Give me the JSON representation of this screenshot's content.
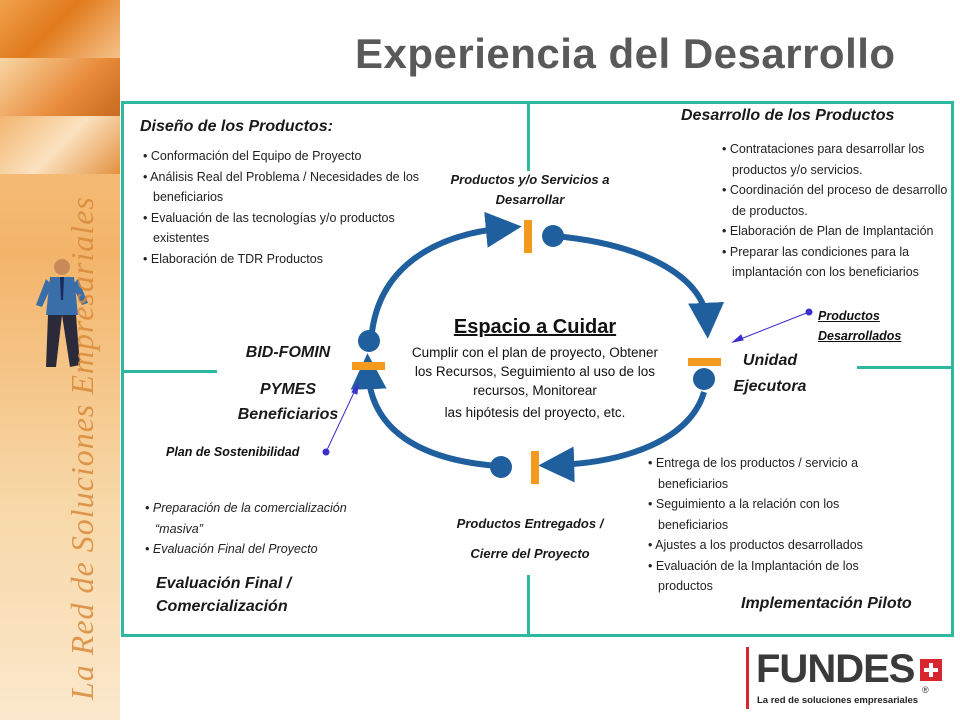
{
  "title": "Experiencia del Desarrollo",
  "sidebar": {
    "vertical_text": "La Red de Soluciones Empresariales"
  },
  "quadrants": {
    "top_left": {
      "heading": "Diseño de los Productos:",
      "items": [
        "Conformación del Equipo de Proyecto",
        "Análisis Real del Problema / Necesidades de los beneficiarios",
        " Evaluación de las tecnologías y/o productos existentes",
        "Elaboración de TDR Productos"
      ]
    },
    "top_right": {
      "heading": "Desarrollo de los Productos",
      "items": [
        "Contrataciones para desarrollar los productos y/o servicios.",
        "Coordinación del proceso de desarrollo de productos.",
        "Elaboración de Plan de Implantación",
        "Preparar las condiciones para la implantación con los beneficiarios"
      ]
    },
    "bottom_left": {
      "heading": "Evaluación Final / Comercialización",
      "items": [
        "Preparación de la comercialización “masiva”",
        "Evaluación Final del Proyecto"
      ]
    },
    "bottom_right": {
      "heading": "Implementación Piloto",
      "items": [
        "Entrega de los productos / servicio a beneficiarios",
        " Seguimiento a la relación con los beneficiarios",
        "Ajustes a los productos desarrollados",
        " Evaluación de la Implantación de los productos"
      ]
    }
  },
  "cycle": {
    "top": "Productos y/o Servicios a Desarrollar",
    "bottom_line1": "Productos Entregados /",
    "bottom_line2": "Cierre del Proyecto",
    "right_line1": "Unidad",
    "right_line2": "Ejecutora",
    "left_top": "BID-FOMIN",
    "left_bottom_line1": "PYMES",
    "left_bottom_line2": "Beneficiarios",
    "center_title": "Espacio a Cuidar",
    "center_body": "Cumplir con el plan de proyecto, Obtener los Recursos, Seguimiento al uso de los recursos, Monitorear",
    "center_body2": "las hipótesis del proyecto, etc."
  },
  "callouts": {
    "productos_desarrollados_line1": "Productos",
    "productos_desarrollados_line2": "Desarrollados",
    "plan_sostenibilidad": "Plan de Sostenibilidad"
  },
  "logo": {
    "name": "FUNDES",
    "registered": "®",
    "tagline": "La red de soluciones empresariales"
  },
  "colors": {
    "frame": "#2fb8a0",
    "arrow": "#1f5f9e",
    "marker": "#f39a1e",
    "dot": "#1f5f9e",
    "title": "#595959"
  }
}
